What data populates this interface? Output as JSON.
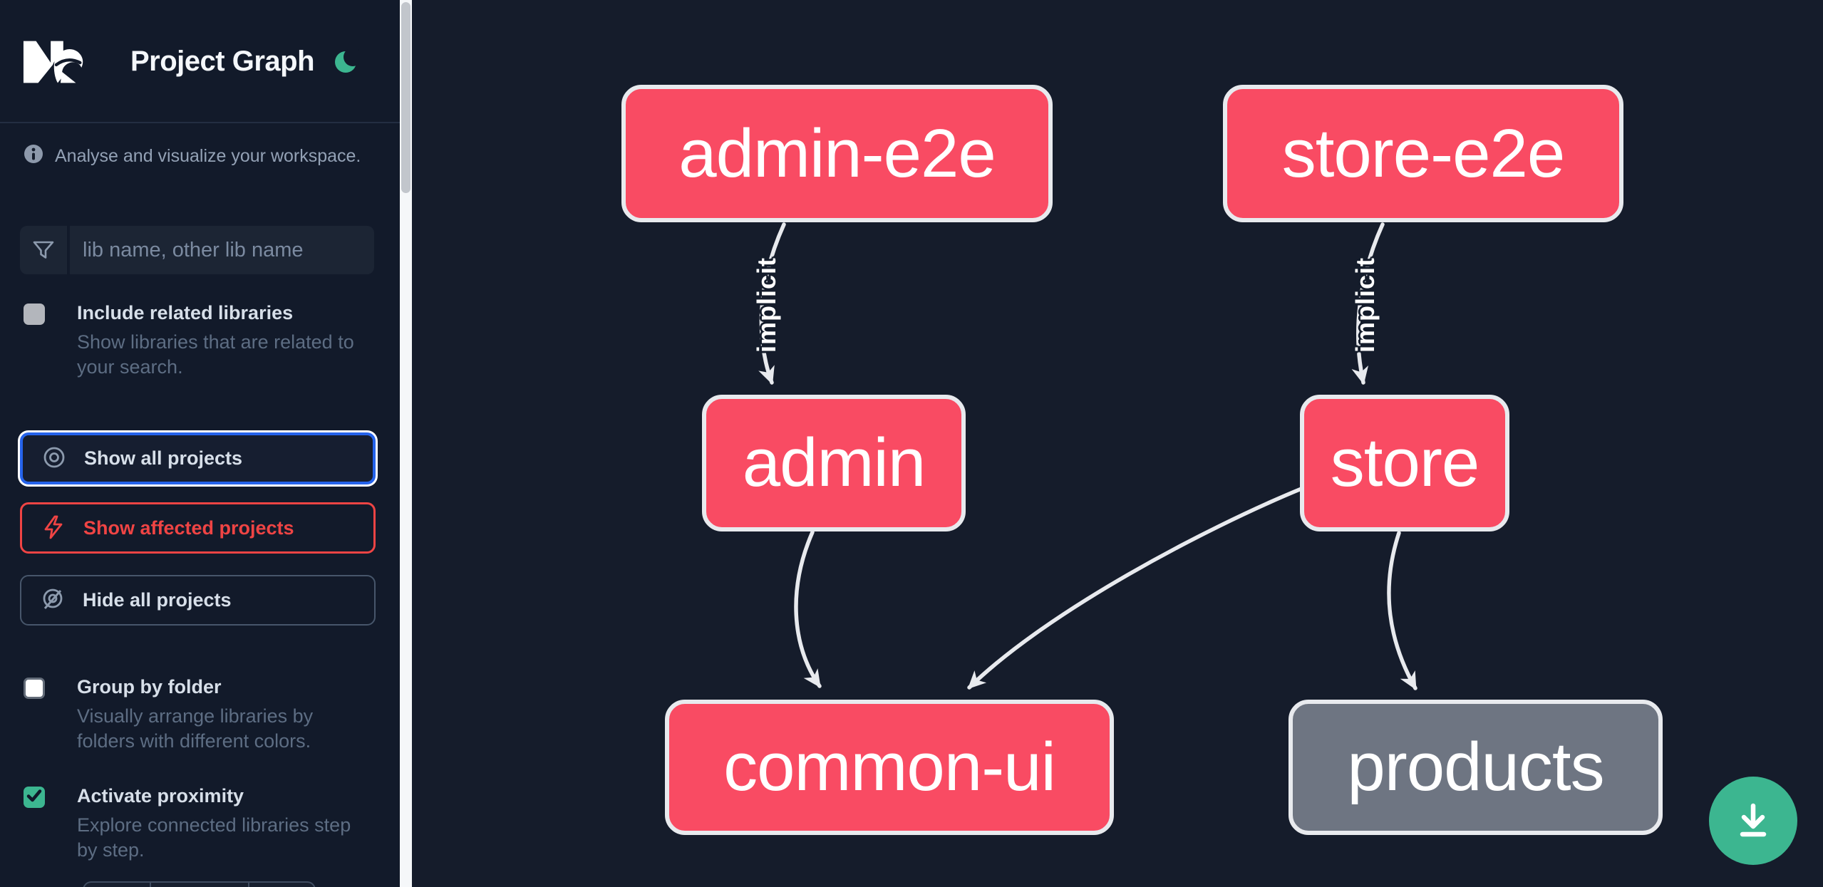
{
  "header": {
    "title": "Project Graph"
  },
  "icons": {
    "logo": "nx-logo",
    "theme": "moon-icon",
    "info": "info-icon",
    "search": "funnel-icon",
    "show_all": "eye-icon",
    "affected": "bolt-icon",
    "hide": "eye-off-icon",
    "checked": "checkmark-icon",
    "download": "download-icon"
  },
  "sidebar": {
    "tagline": "Analyse and visualize your workspace.",
    "search_placeholder": "lib name, other lib name",
    "checkboxes": [
      {
        "label": "Include related libraries",
        "description": "Show libraries that are related to\nyour search.",
        "checked": false,
        "disabled": true
      },
      {
        "label": "Group by folder",
        "description": "Visually arrange libraries by\nfolders with different colors.",
        "checked": false,
        "disabled": false
      },
      {
        "label": "Activate proximity",
        "description": "Explore connected libraries step\nby step.",
        "checked": true,
        "disabled": false
      }
    ],
    "buttons": [
      {
        "label": "Show all projects",
        "state": "selected"
      },
      {
        "label": "Show affected projects",
        "state": "affected"
      },
      {
        "label": "Hide all projects",
        "state": "default"
      }
    ]
  },
  "graph": {
    "nodes": [
      {
        "label": "admin-e2e",
        "kind": "app",
        "highlighted": true
      },
      {
        "label": "store-e2e",
        "kind": "app",
        "highlighted": true
      },
      {
        "label": "admin",
        "kind": "app",
        "highlighted": true
      },
      {
        "label": "store",
        "kind": "app",
        "highlighted": true
      },
      {
        "label": "common-ui",
        "kind": "lib",
        "highlighted": true
      },
      {
        "label": "products",
        "kind": "lib",
        "highlighted": false
      }
    ],
    "edges": [
      {
        "from": "admin-e2e",
        "to": "admin",
        "label": "implicit"
      },
      {
        "from": "store-e2e",
        "to": "store",
        "label": "implicit"
      },
      {
        "from": "admin",
        "to": "common-ui",
        "label": ""
      },
      {
        "from": "store",
        "to": "common-ui",
        "label": ""
      },
      {
        "from": "store",
        "to": "products",
        "label": ""
      }
    ]
  },
  "colors": {
    "sidebar_bg": "#121a2a",
    "main_bg": "#151c2b",
    "panel_bg": "#161e30",
    "search_bg": "#1c2534",
    "divider": "#232e41",
    "node_pink": "#f94b63",
    "node_gray": "#6e7582",
    "node_border": "#e8eaee",
    "edge": "#e8eaee",
    "accent_green": "#3cb690",
    "focus_blue": "#2563eb",
    "affected_red": "#ef4444",
    "text_light": "#d7dfe9",
    "text_muted": "#5d6d83",
    "text_dim": "#93a1b5",
    "icon_gray": "#94a3b8",
    "placeholder": "#7b8aa0",
    "check_disabled": "#b3b6bc",
    "scroll_track": "#f5f7f9",
    "scroll_thumb": "#c2c6cc",
    "border_gray": "#47566b"
  }
}
